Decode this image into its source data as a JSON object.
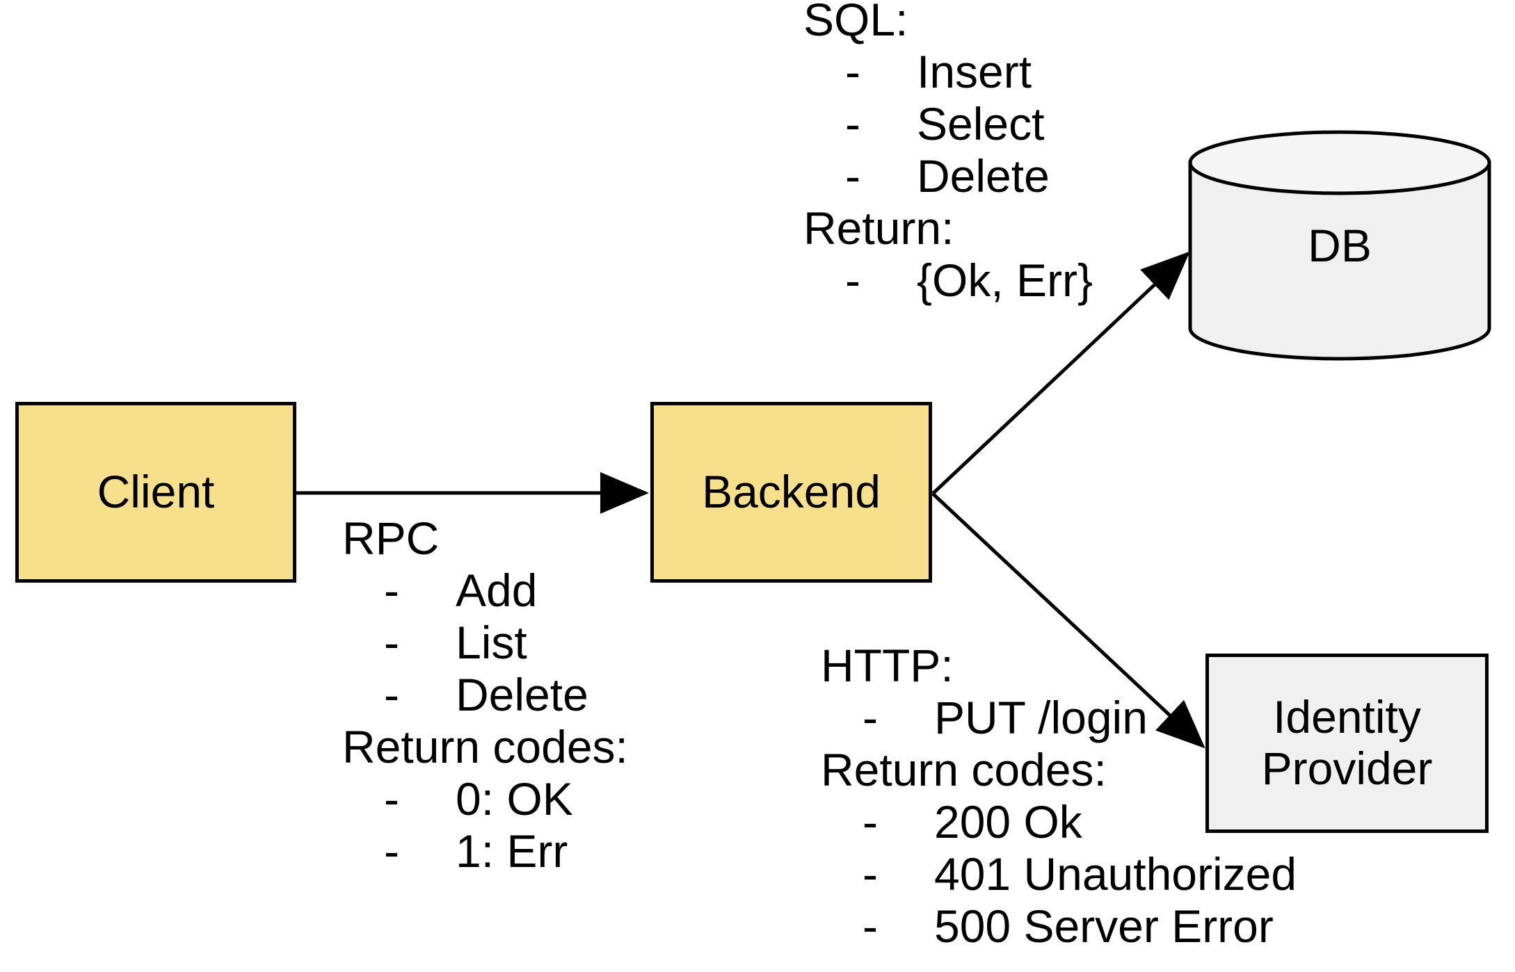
{
  "diagram": {
    "title": "Client / Backend / DB / Identity Provider architecture",
    "colors": {
      "service_fill": "#F7E08C",
      "store_fill": "#F0F0F0",
      "stroke": "#000000",
      "background": "#FFFFFF",
      "text": "#000000"
    }
  },
  "nodes": {
    "client": {
      "label": "Client",
      "shape": "rectangle",
      "fill": "#F7E08C"
    },
    "backend": {
      "label": "Backend",
      "shape": "rectangle",
      "fill": "#F7E08C"
    },
    "db": {
      "label": "DB",
      "shape": "cylinder",
      "fill": "#F0F0F0"
    },
    "identity_provider": {
      "label": "Identity\nProvider",
      "line1": "Identity",
      "line2": "Provider",
      "shape": "rectangle",
      "fill": "#F0F0F0"
    }
  },
  "edges": [
    {
      "name": "client-to-backend",
      "from": "client",
      "to": "backend",
      "protocol": "RPC",
      "style": "solid-arrow"
    },
    {
      "name": "backend-to-db",
      "from": "backend",
      "to": "db",
      "protocol": "SQL",
      "style": "solid-arrow"
    },
    {
      "name": "backend-to-idp",
      "from": "backend",
      "to": "identity_provider",
      "protocol": "HTTP",
      "style": "solid-arrow"
    }
  ],
  "annotations": {
    "sql": {
      "heading": "SQL:",
      "dash": "-",
      "operations": [
        "Insert",
        "Select",
        "Delete"
      ],
      "return_heading": "Return:",
      "returns": [
        "{Ok, Err}"
      ]
    },
    "rpc": {
      "heading": "RPC",
      "dash": "-",
      "operations": [
        "Add",
        "List",
        "Delete"
      ],
      "return_heading": "Return codes:",
      "returns": [
        "0: OK",
        "1: Err"
      ]
    },
    "http": {
      "heading": "HTTP:",
      "dash": "-",
      "operations": [
        "PUT /login"
      ],
      "return_heading": "Return codes:",
      "returns": [
        "200 Ok",
        "401 Unauthorized",
        "500 Server Error"
      ]
    }
  }
}
